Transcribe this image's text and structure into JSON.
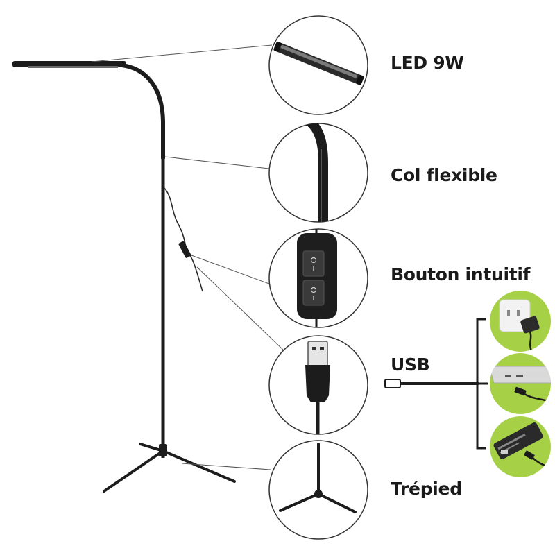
{
  "features": [
    {
      "id": "led",
      "label": "LED 9W",
      "icon": "led-bar-icon"
    },
    {
      "id": "neck",
      "label": "Col flexible",
      "icon": "gooseneck-icon"
    },
    {
      "id": "switch",
      "label": "Bouton intuitif",
      "icon": "rocker-switch-icon"
    },
    {
      "id": "usb",
      "label": "USB",
      "icon": "usb-plug-icon"
    },
    {
      "id": "tripod",
      "label": "Trépied",
      "icon": "tripod-icon"
    }
  ],
  "usb_sources": [
    {
      "name": "wall-adapter",
      "icon": "wall-socket-adapter-icon"
    },
    {
      "name": "laptop",
      "icon": "laptop-port-icon"
    },
    {
      "name": "power-bank",
      "icon": "power-bank-icon"
    }
  ],
  "colors": {
    "lamp": "#1c1c1c",
    "leader_line": "#555555",
    "circle_stroke": "#333333",
    "accent_green": "#a6d146",
    "text": "#1a1a1a"
  }
}
